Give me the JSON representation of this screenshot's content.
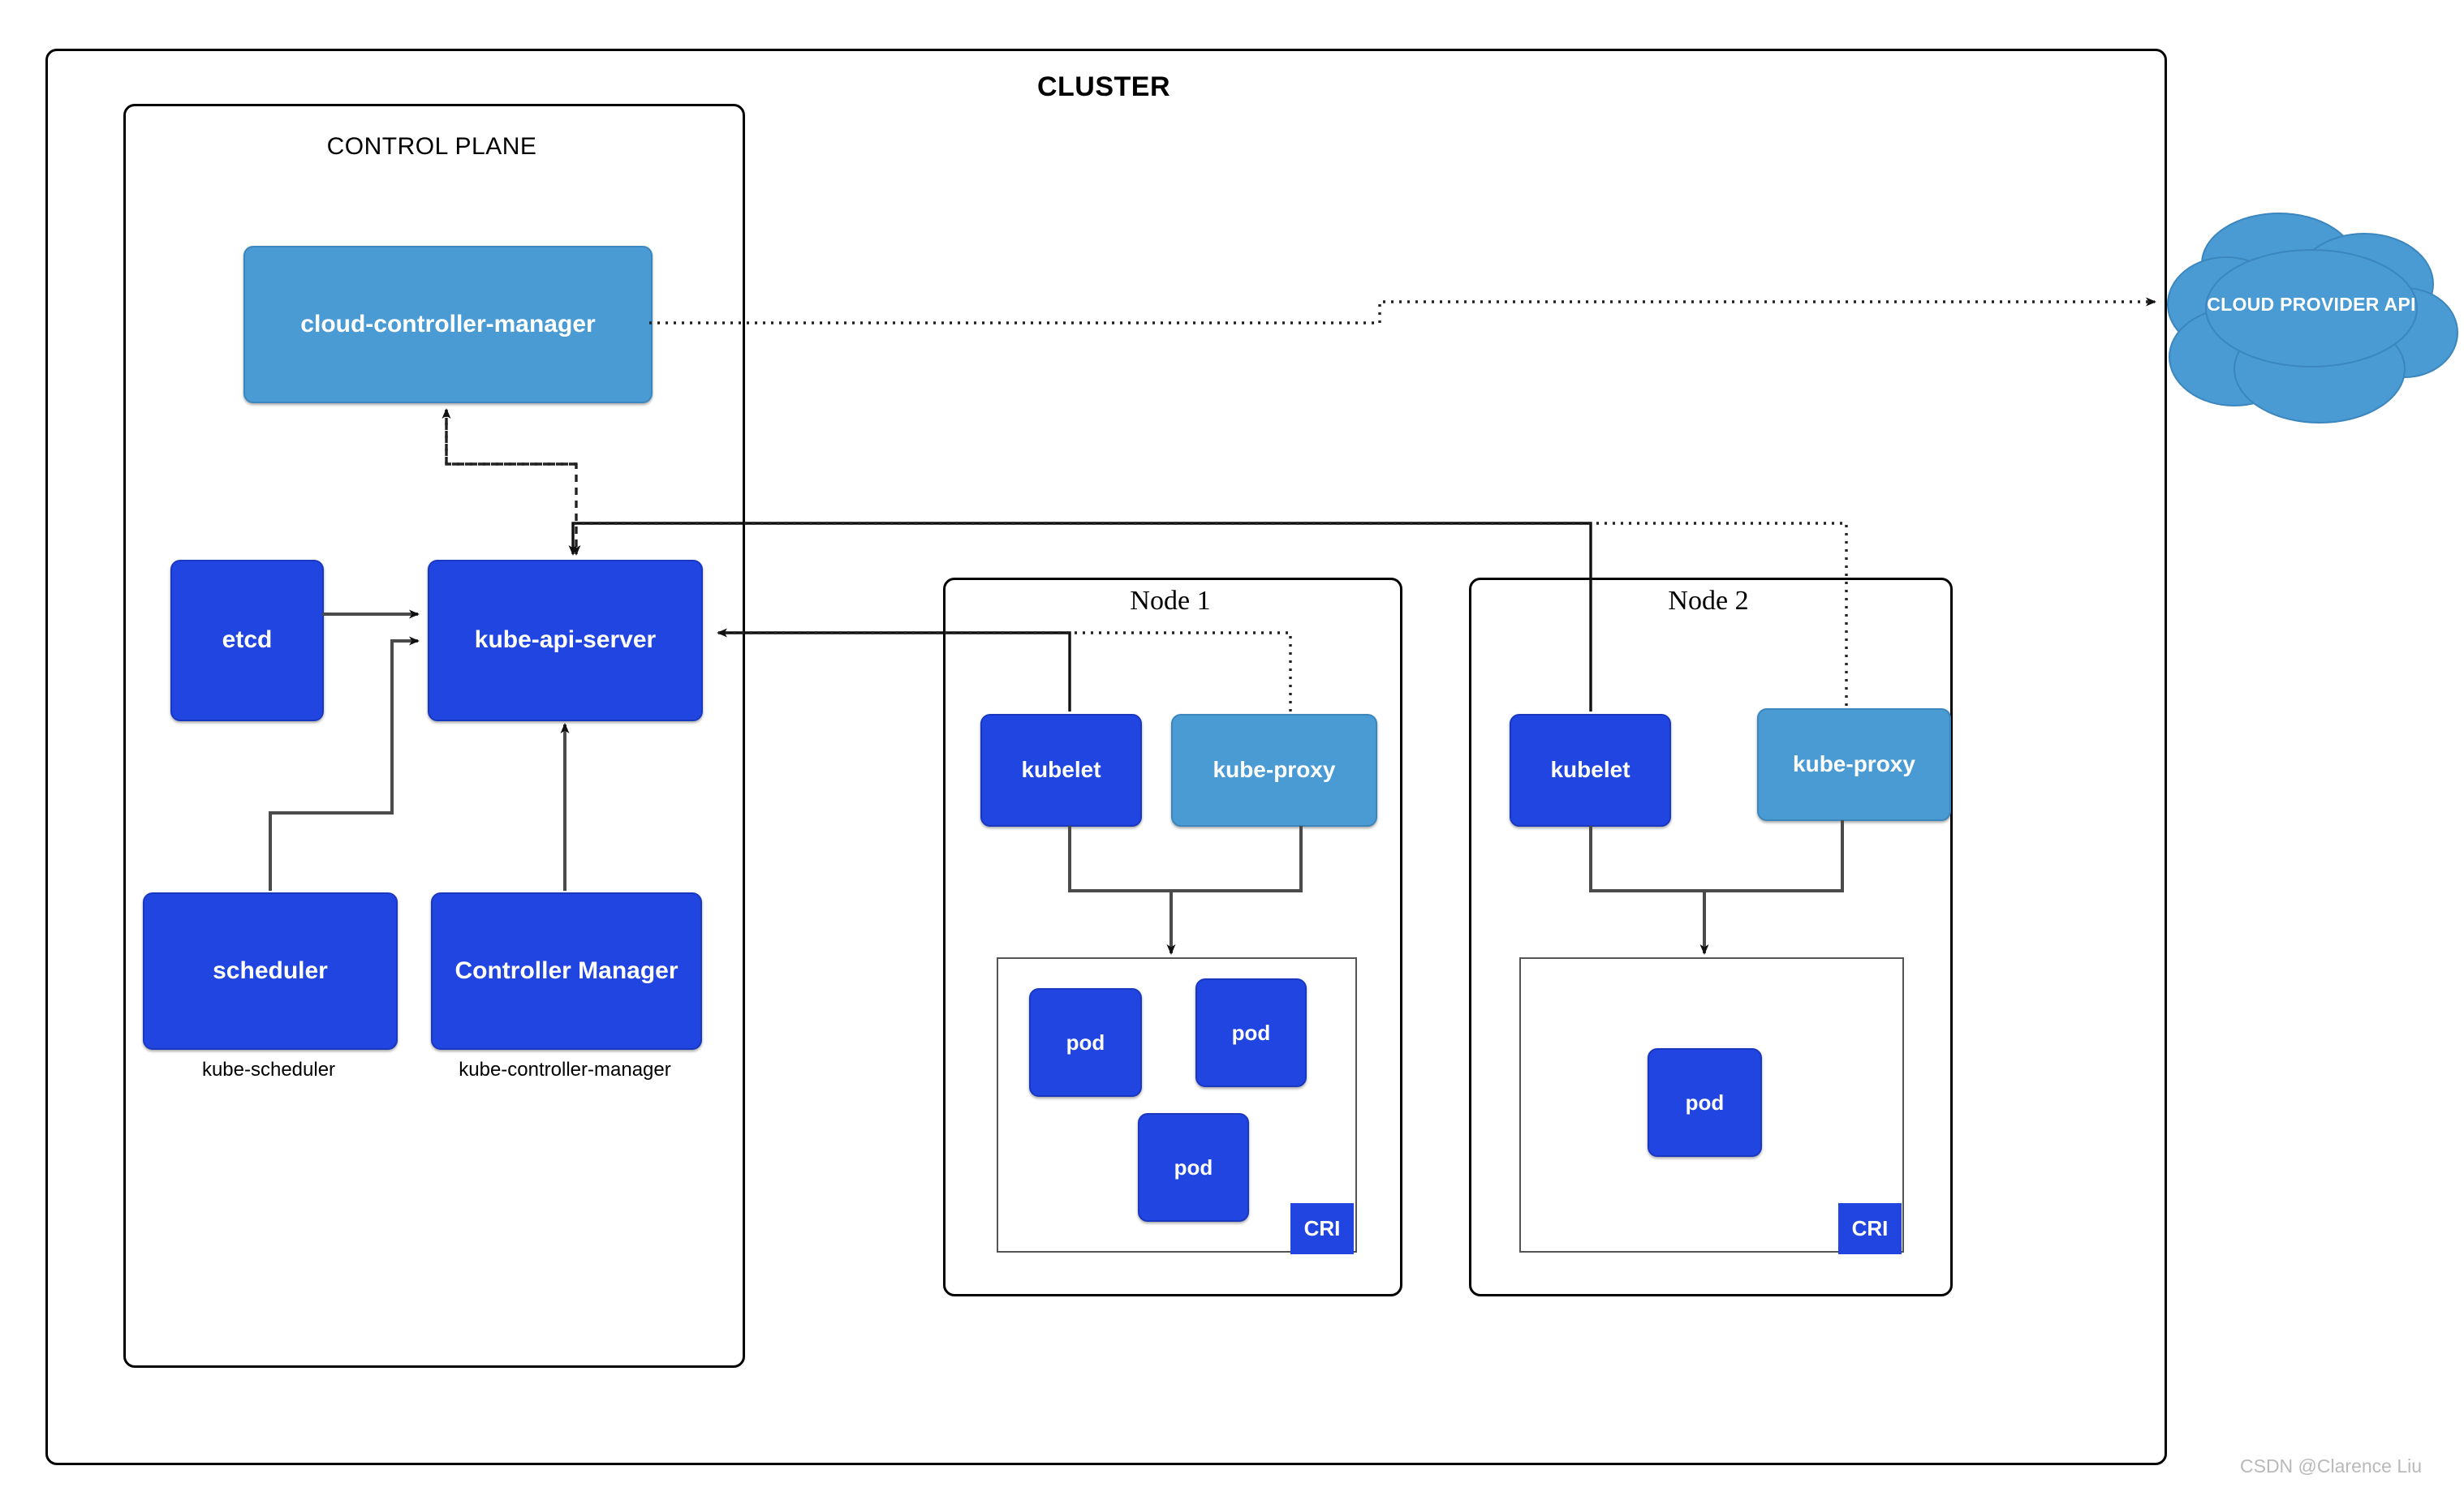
{
  "cluster": {
    "title": "CLUSTER"
  },
  "control_plane": {
    "title": "CONTROL PLANE",
    "components": [
      {
        "id": "cloud-controller-manager",
        "label": "cloud-controller-manager",
        "color": "#4a9bd4",
        "style": "light"
      },
      {
        "id": "etcd",
        "label": "etcd",
        "color": "#2045e0",
        "style": "dark"
      },
      {
        "id": "kube-api-server",
        "label": "kube-api-server",
        "color": "#2045e0",
        "style": "dark"
      },
      {
        "id": "scheduler",
        "label": "scheduler",
        "color": "#2045e0",
        "style": "dark",
        "caption": "kube-scheduler"
      },
      {
        "id": "controller-manager",
        "label": "Controller Manager",
        "color": "#2045e0",
        "style": "dark",
        "caption": "kube-controller-manager"
      }
    ],
    "captions": {
      "scheduler": "kube-scheduler",
      "controller_manager": "kube-controller-manager"
    }
  },
  "nodes": [
    {
      "id": "node-1",
      "title": "Node 1",
      "kubelet": "kubelet",
      "kube_proxy": "kube-proxy",
      "cri": "CRI",
      "pods": [
        "pod",
        "pod",
        "pod"
      ]
    },
    {
      "id": "node-2",
      "title": "Node 2",
      "kubelet": "kubelet",
      "kube_proxy": "kube-proxy",
      "cri": "CRI",
      "pods": [
        "pod"
      ]
    }
  ],
  "cloud": {
    "label": "CLOUD PROVIDER API",
    "color": "#4a9bd4"
  },
  "watermark": {
    "text": "CSDN @Clarence Liu"
  },
  "colors": {
    "dark_blue": "#2045e0",
    "light_blue": "#4a9bd4",
    "border": "#000000",
    "wire": "#3a3a3a"
  }
}
